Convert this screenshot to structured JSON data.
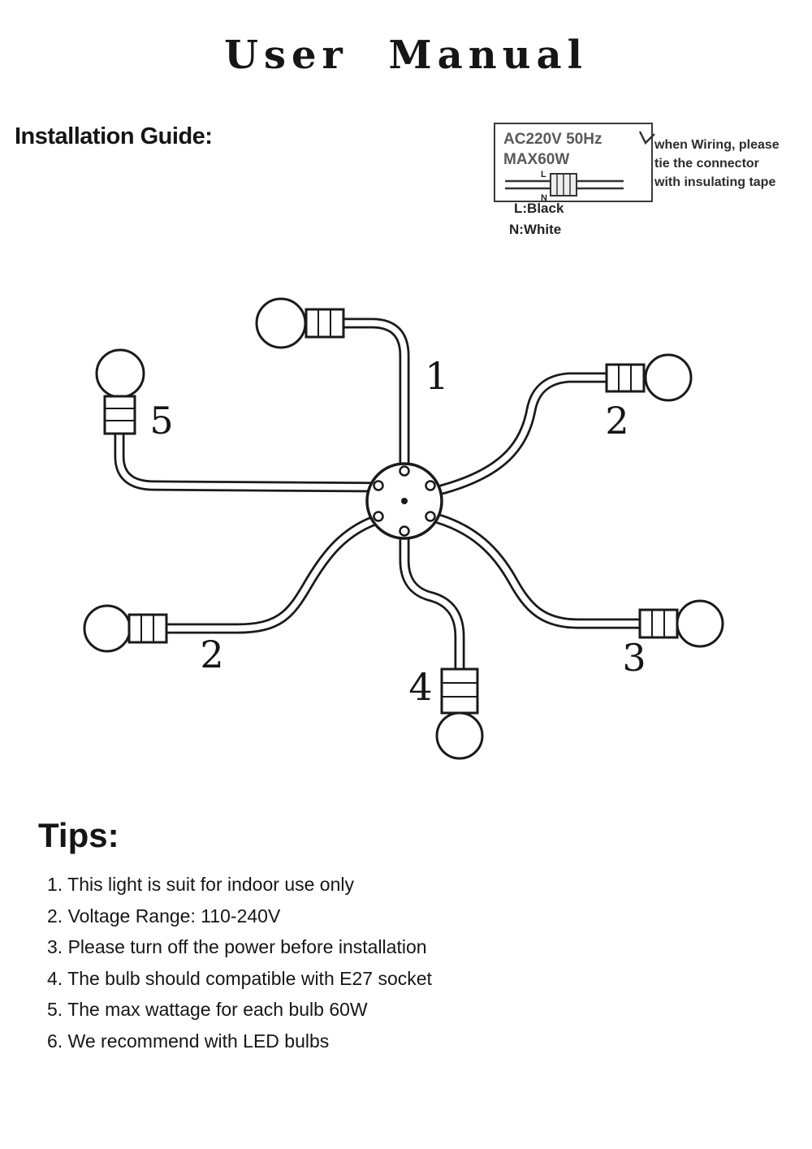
{
  "page": {
    "title": "User Manual"
  },
  "installation": {
    "heading": "Installation Guide:",
    "spec_box": {
      "line1": "AC220V 50Hz",
      "line2": "MAX60W",
      "l_terminal": "L",
      "n_terminal": "N",
      "wire_l": "L:Black",
      "wire_n": "N:White"
    },
    "wiring_note": {
      "line1": "when Wiring, please",
      "line2": "tie the connector",
      "line3": "with insulating tape"
    }
  },
  "diagram": {
    "labels": {
      "arm1": "1",
      "arm2_right": "2",
      "arm5": "5",
      "arm2_left": "2",
      "arm4": "4",
      "arm3": "3"
    }
  },
  "tips": {
    "heading": "Tips:",
    "items": [
      "1. This light is suit for indoor use only",
      "2. Voltage Range: 110-240V",
      "3. Please turn off the power before installation",
      "4. The bulb should compatible with E27 socket",
      "5. The max wattage for each bulb 60W",
      "6. We recommend with LED bulbs"
    ]
  }
}
